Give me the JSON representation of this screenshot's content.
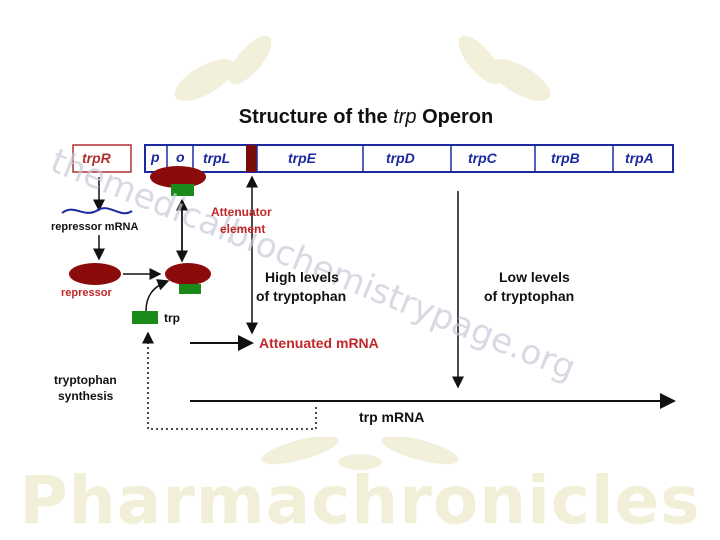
{
  "watermark_bottom": "Pharmachronicles",
  "diagram": {
    "title_prefix": "Structure of the ",
    "title_italic": "trp",
    "title_suffix": " Operon",
    "watermark": "themedicalbiochemistrypage.org",
    "genes": {
      "trpR": "trpR",
      "p": "p",
      "o": "o",
      "trpL": "trpL",
      "trpE": "trpE",
      "trpD": "trpD",
      "trpC": "trpC",
      "trpB": "trpB",
      "trpA": "trpA"
    },
    "labels": {
      "repressor_mrna": "repressor mRNA",
      "repressor": "repressor",
      "trp": "trp",
      "attenuator_line1": "Attenuator",
      "attenuator_line2": "element",
      "high_line1": "High levels",
      "high_line2": "of tryptophan",
      "low_line1": "Low levels",
      "low_line2": "of tryptophan",
      "attenuated_mrna": "Attenuated mRNA",
      "trp_mrna": "trp mRNA",
      "synthesis_line1": "tryptophan",
      "synthesis_line2": "synthesis"
    },
    "colors": {
      "gene_border": "#1c2aa0",
      "gene_text": "#1c2aa0",
      "regulator_border": "#b03030",
      "repressor_fill": "#8b0a0a",
      "trp_fill": "#1a8a1a",
      "attenuator_fill": "#7a0c0c",
      "red_text": "#c0282a",
      "arrow": "#111111"
    }
  }
}
